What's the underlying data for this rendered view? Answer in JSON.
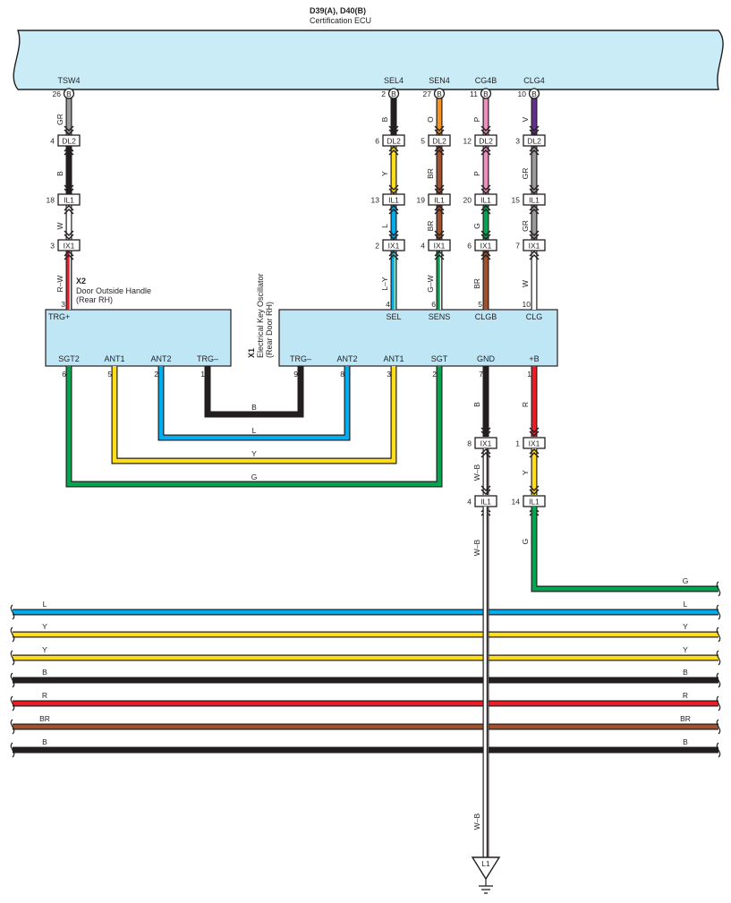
{
  "colors": {
    "GR": "#9a9a9a",
    "B": "#231f20",
    "O": "#f7941d",
    "P": "#ef8fc0",
    "V": "#662d91",
    "Y": "#ffde17",
    "BR": "#a0522d",
    "L": "#00aeef",
    "G": "#00a651",
    "W": "#ffffff",
    "R": "#ed1c24",
    "ecu_fill": "#c9ecf7",
    "module_fill": "#bfe6f5"
  },
  "ecu": {
    "code": "D39(A), D40(B)",
    "name": "Certification ECU",
    "terminals": [
      {
        "name": "TSW4",
        "pin": "26",
        "plug": "B",
        "wire": "GR"
      },
      {
        "name": "SEL4",
        "pin": "2",
        "plug": "B",
        "wire": "B"
      },
      {
        "name": "SEN4",
        "pin": "27",
        "plug": "B",
        "wire": "O"
      },
      {
        "name": "CG4B",
        "pin": "11",
        "plug": "B",
        "wire": "P"
      },
      {
        "name": "CLG4",
        "pin": "10",
        "plug": "B",
        "wire": "V"
      }
    ]
  },
  "circuits": [
    {
      "id": "tsw",
      "segments": [
        {
          "connector": "DL2",
          "pin": "4",
          "next_wire": "B"
        },
        {
          "connector": "IL1",
          "pin": "18",
          "next_wire": "W"
        },
        {
          "connector": "IX1",
          "pin": "3",
          "next_wire": "R–W"
        }
      ],
      "end_pin": "3"
    },
    {
      "id": "sel",
      "segments": [
        {
          "connector": "DL2",
          "pin": "6",
          "next_wire": "Y"
        },
        {
          "connector": "IL1",
          "pin": "13",
          "next_wire": "L"
        },
        {
          "connector": "IX1",
          "pin": "2",
          "next_wire": "L–Y"
        }
      ],
      "end_pin": "4"
    },
    {
      "id": "sen",
      "segments": [
        {
          "connector": "DL2",
          "pin": "5",
          "next_wire": "BR"
        },
        {
          "connector": "IL1",
          "pin": "19",
          "next_wire": "BR"
        },
        {
          "connector": "IX1",
          "pin": "4",
          "next_wire": "G–W"
        }
      ],
      "end_pin": "6"
    },
    {
      "id": "cg",
      "segments": [
        {
          "connector": "DL2",
          "pin": "12",
          "next_wire": "P"
        },
        {
          "connector": "IL1",
          "pin": "20",
          "next_wire": "G"
        },
        {
          "connector": "IX1",
          "pin": "6",
          "next_wire": "BR"
        }
      ],
      "end_pin": "5"
    },
    {
      "id": "clg",
      "segments": [
        {
          "connector": "DL2",
          "pin": "3",
          "next_wire": "GR"
        },
        {
          "connector": "IL1",
          "pin": "15",
          "next_wire": "GR"
        },
        {
          "connector": "IX1",
          "pin": "7",
          "next_wire": "W"
        }
      ],
      "end_pin": "10"
    }
  ],
  "handle": {
    "code": "X2",
    "name_line1": "Door Outside Handle",
    "name_line2": "(Rear RH)",
    "top_terminal": "TRG+",
    "bottom": [
      {
        "name": "SGT2",
        "pin": "6"
      },
      {
        "name": "ANT1",
        "pin": "5"
      },
      {
        "name": "ANT2",
        "pin": "2"
      },
      {
        "name": "TRG–",
        "pin": "1"
      }
    ]
  },
  "oscillator": {
    "code": "X1",
    "name_line1": "Electrical Key Oscillator",
    "name_line2": "(Rear Door RH)",
    "top": [
      "SEL",
      "SENS",
      "CLGB",
      "CLG"
    ],
    "bottom": [
      {
        "name": "TRG–",
        "pin": "9"
      },
      {
        "name": "ANT2",
        "pin": "8"
      },
      {
        "name": "ANT1",
        "pin": "3"
      },
      {
        "name": "SGT",
        "pin": "2"
      },
      {
        "name": "GND",
        "pin": "7"
      },
      {
        "name": "+B",
        "pin": "1"
      }
    ]
  },
  "links": [
    {
      "wire": "B"
    },
    {
      "wire": "L"
    },
    {
      "wire": "Y"
    },
    {
      "wire": "G"
    }
  ],
  "gnd_path": [
    {
      "wire": "B"
    },
    {
      "connector": "IX1",
      "pin": "8"
    },
    {
      "wire": "W–B"
    },
    {
      "connector": "IL1",
      "pin": "4"
    },
    {
      "wire": "W–B"
    },
    {
      "wire": "W–B"
    }
  ],
  "pwr_path": [
    {
      "wire": "R"
    },
    {
      "connector": "IX1",
      "pin": "1"
    },
    {
      "wire": "Y"
    },
    {
      "connector": "IL1",
      "pin": "14"
    },
    {
      "wire": "G"
    },
    {
      "wire": "G"
    }
  ],
  "ground": {
    "label": "L1"
  },
  "buses": [
    {
      "wire": "L",
      "left": "L",
      "right": "L"
    },
    {
      "wire": "Y",
      "left": "Y",
      "right": "Y"
    },
    {
      "wire": "Y",
      "left": "Y",
      "right": "Y"
    },
    {
      "wire": "B",
      "left": "B",
      "right": "B"
    },
    {
      "wire": "R",
      "left": "R",
      "right": "R"
    },
    {
      "wire": "BR",
      "left": "BR",
      "right": "BR"
    },
    {
      "wire": "B",
      "left": "B",
      "right": "B"
    }
  ]
}
